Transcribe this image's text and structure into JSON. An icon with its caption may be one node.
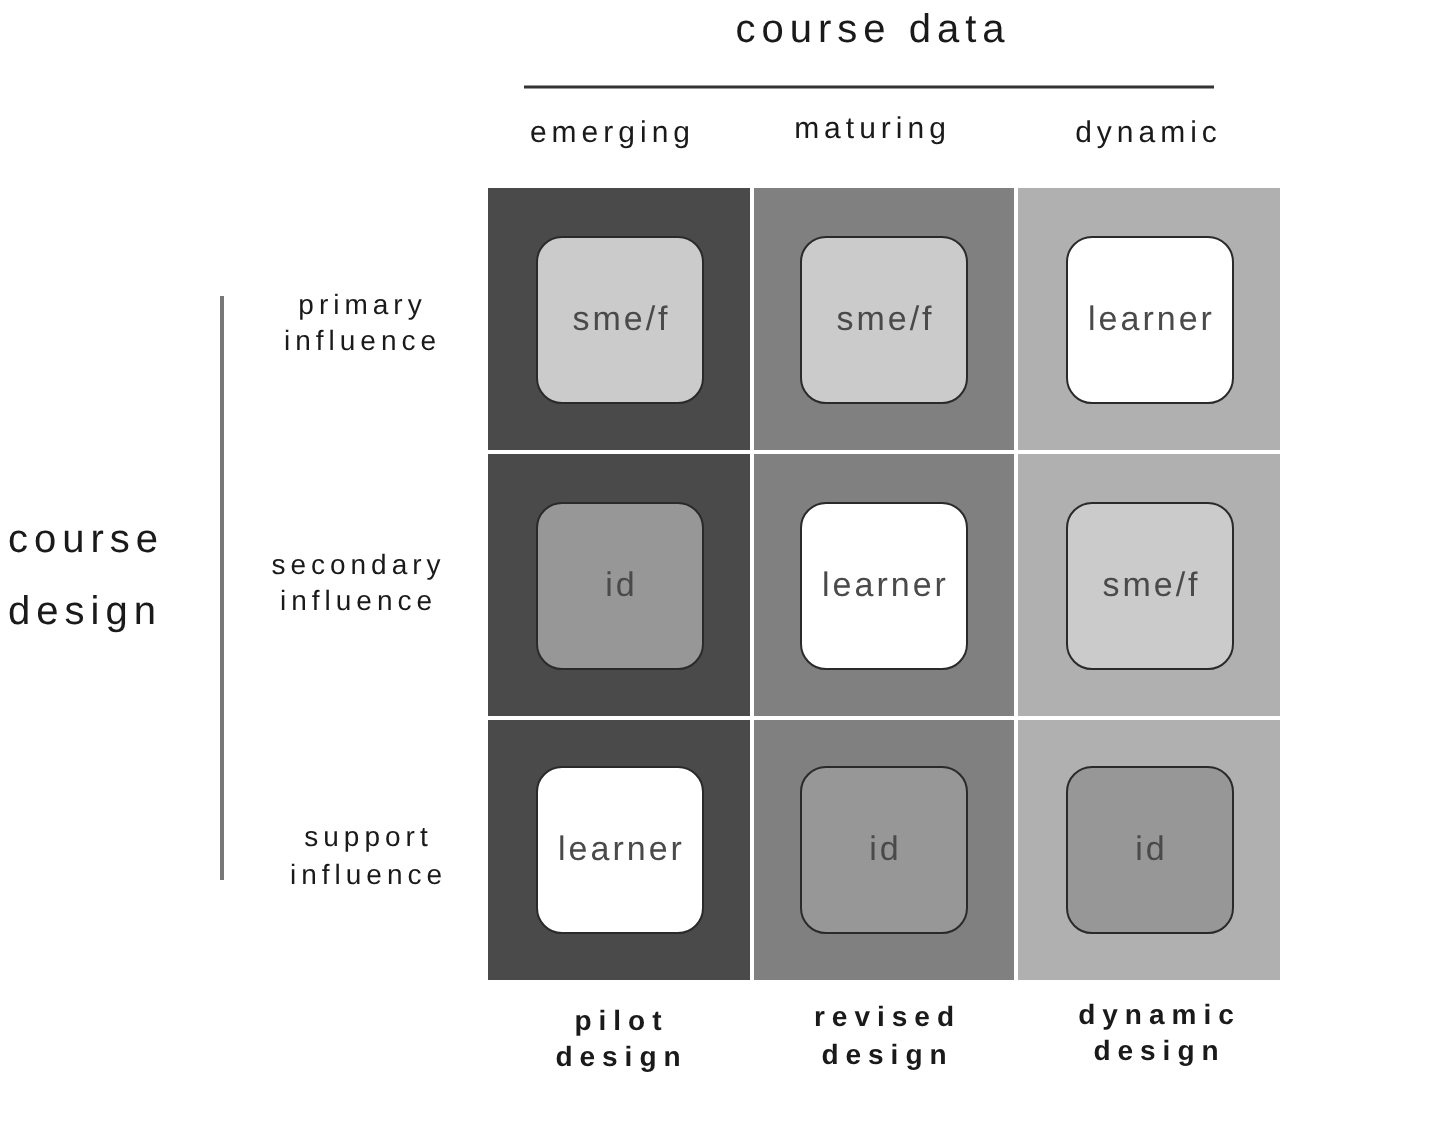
{
  "diagram": {
    "nodes": [
      {
        "text": [],
        "shape": "box"
      },
      {
        "text": [
          "sme/f"
        ],
        "in": 0
      },
      {
        "text": [],
        "shape": "box"
      },
      {
        "text": [
          "sme/f"
        ],
        "in": 2
      },
      {
        "text": [],
        "shape": "box"
      },
      {
        "text": [
          "learner"
        ],
        "in": 4
      },
      {
        "text": [],
        "shape": "box"
      },
      {
        "text": [
          "id"
        ],
        "in": 6
      },
      {
        "text": [],
        "shape": "box"
      },
      {
        "text": [
          "learner"
        ],
        "in": 8
      },
      {
        "text": [],
        "shape": "box"
      },
      {
        "text": [
          "sme/f"
        ],
        "in": 10
      },
      {
        "text": [],
        "shape": "box"
      },
      {
        "text": [
          "learner"
        ],
        "in": 12
      },
      {
        "text": [],
        "shape": "box"
      },
      {
        "text": [
          "id"
        ],
        "in": 14
      },
      {
        "text": [],
        "shape": "box"
      },
      {
        "text": [
          "id"
        ],
        "in": 16
      }
    ],
    "labels": [
      "course data",
      "emerging",
      "maturing",
      "dynamic",
      "primary influence",
      "course design",
      "secondary influence",
      "support influence",
      "pilot design",
      "revised design",
      "dynamic design"
    ]
  }
}
